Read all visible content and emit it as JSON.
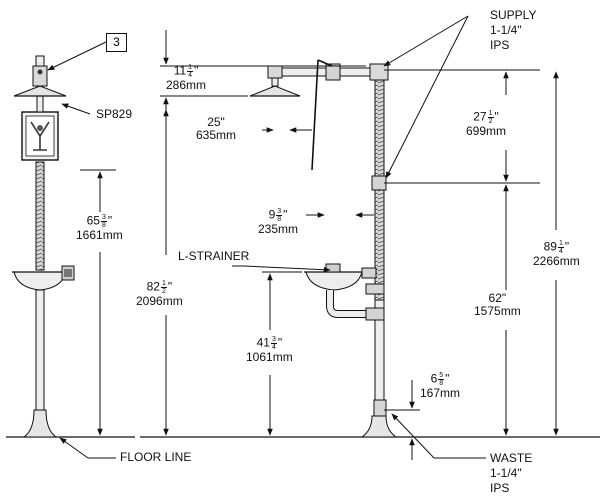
{
  "callout_number": "3",
  "labels": {
    "model": "SP829",
    "strainer": "L-STRAINER",
    "floor": "FLOOR LINE",
    "supply": [
      "SUPPLY",
      "1-1/4\"",
      "IPS"
    ],
    "waste": [
      "WASTE",
      "1-1/4\"",
      "IPS"
    ]
  },
  "dims": {
    "d65": {
      "whole": "65",
      "num": "3",
      "den": "8",
      "unit": "\"",
      "metric": "1661mm"
    },
    "d11": {
      "whole": "11",
      "num": "1",
      "den": "4",
      "unit": "\"",
      "metric": "286mm"
    },
    "d25": {
      "whole": "25",
      "num": "",
      "den": "",
      "unit": "\"",
      "metric": "635mm"
    },
    "d27": {
      "whole": "27",
      "num": "1",
      "den": "2",
      "unit": "\"",
      "metric": "699mm"
    },
    "d9": {
      "whole": "9",
      "num": "3",
      "den": "8",
      "unit": "\"",
      "metric": "235mm"
    },
    "d89": {
      "whole": "89",
      "num": "1",
      "den": "4",
      "unit": "\"",
      "metric": "2266mm"
    },
    "d82": {
      "whole": "82",
      "num": "1",
      "den": "2",
      "unit": "\"",
      "metric": "2096mm"
    },
    "d41": {
      "whole": "41",
      "num": "3",
      "den": "4",
      "unit": "\"",
      "metric": "1061mm"
    },
    "d62": {
      "whole": "62",
      "num": "",
      "den": "",
      "unit": "\"",
      "metric": "1575mm"
    },
    "d6": {
      "whole": "6",
      "num": "5",
      "den": "8",
      "unit": "\"",
      "metric": "167mm"
    }
  }
}
